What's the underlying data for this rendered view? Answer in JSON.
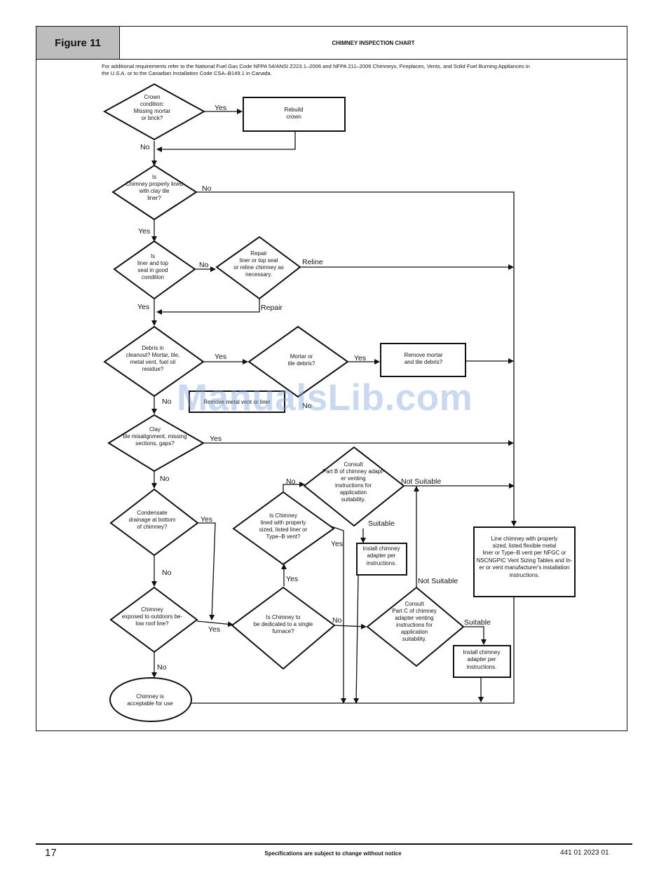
{
  "header": {
    "figure_label": "Figure 11",
    "title": "CHIMNEY INSPECTION CHART",
    "intro_line1": "For additional requirements refer to the National Fuel Gas Code NFPA 54/ANSI Z223.1–2006 and NFPA 211–2006 Chimneys, Fireplaces, Vents, and Solid Fuel Burning Appliances in",
    "intro_line2": "the U.S.A. or to the Canadian Installation Code CSA–B149.1 in Canada."
  },
  "nodes": {
    "crown": [
      "Crown",
      "condition:",
      "Missing mortar",
      "or brick?"
    ],
    "rebuild": [
      "Rebuild",
      "crown"
    ],
    "lined": [
      "Is",
      "Chimney properly lined",
      "with clay tile",
      "liner?"
    ],
    "liner_good": [
      "Is",
      "liner and top",
      "seal in good",
      "condition"
    ],
    "repair_reline": [
      "Repair",
      "liner or top seal",
      "or reline chimney as",
      "necessary."
    ],
    "debris": [
      "Debris in",
      "cleanout? Mortar, tile,",
      "metal vent, fuel oil",
      "residue?"
    ],
    "mortar_tile": [
      "Mortar or",
      "tile debris?"
    ],
    "remove_mortar": [
      "Remove mortar",
      "and tile debris?"
    ],
    "remove_metal": [
      "Remove metal vent or liner"
    ],
    "misalign": [
      "Clay",
      "tile misalignment, missing",
      "sections, gaps?"
    ],
    "condensate": [
      "Condensate",
      "drainage at bottom",
      "of chimney?"
    ],
    "exposed": [
      "Chimney",
      "exposed to outdoors be-",
      "low roof line?"
    ],
    "acceptable": [
      "Chimney is",
      "acceptable for use"
    ],
    "consult_b": [
      "Consult",
      "Part B of chimney adapt-",
      "er venting",
      "instructions for",
      "application",
      "suitability."
    ],
    "lined_properly": [
      "Is Chimney",
      "lined with properly",
      "sized, listed liner or",
      "Type–B vent?"
    ],
    "install_b": [
      "Install chimney",
      "adapter per",
      "instructions."
    ],
    "dedicated": [
      "Is Chimney to",
      "be dedicated to a single",
      "furnace?"
    ],
    "consult_c": [
      "Consult",
      "Part C of chimney",
      "adapter venting",
      "instructions for",
      "application",
      "suitability."
    ],
    "install_c": [
      "Install chimney",
      "adapter per",
      "instructions."
    ],
    "line_chimney": [
      "Line chimney with properly",
      "sized, listed flexible metal",
      "liner or Type–B vent per NFGC or",
      "NSCNGPIC Vent Sizing Tables and In-",
      "er or vent manufacturer's installation",
      "instructions."
    ]
  },
  "labels": {
    "yes": "Yes",
    "no": "No",
    "reline": "Reline",
    "repair": "Repair",
    "suitable": "Suitable",
    "not_suitable": "Not Suitable"
  },
  "footer": {
    "page_number": "17",
    "note": "Specifications are subject to change without notice",
    "doc_number": "441 01 2023 01"
  },
  "watermark": "ManualsLib.com"
}
